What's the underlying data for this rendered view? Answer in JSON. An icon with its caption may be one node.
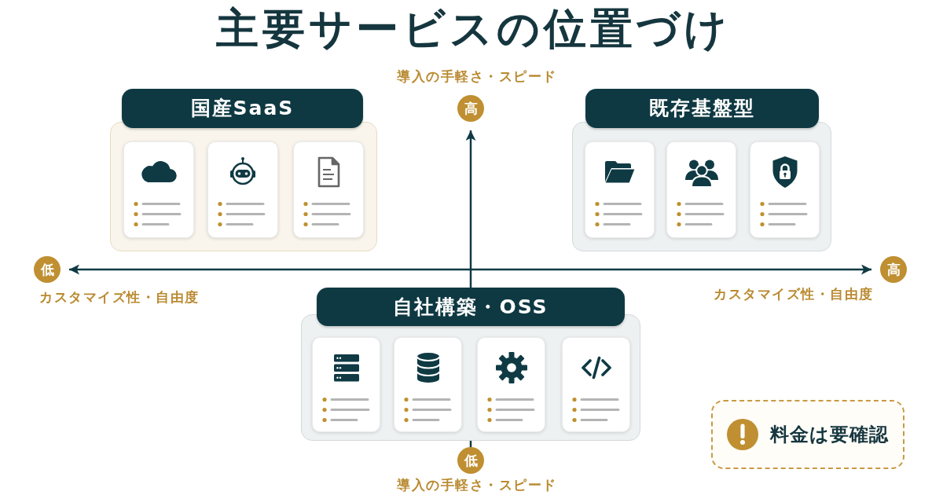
{
  "diagram": {
    "title": "主要サービスの位置づけ",
    "nodes": [
      {
        "text": [
          "高"
        ],
        "beside": [
          "導入の手軽さ・スピード"
        ]
      },
      {
        "text": [
          "国産SaaS"
        ]
      },
      {
        "text": [
          "既存基盤型"
        ]
      },
      {
        "text": [
          "低"
        ],
        "beside": [
          "カスタマイズ性・自由度"
        ]
      },
      {
        "text": [
          "高"
        ],
        "beside": [
          "カスタマイズ性・自由度"
        ]
      },
      {
        "text": [
          "自社構築・OSS"
        ]
      },
      {
        "text": [
          "低"
        ],
        "beside": [
          "導入の手軽さ・スピード"
        ]
      },
      {
        "text": [
          "料金は要確認"
        ]
      }
    ],
    "edges": [
      {
        "from": 3,
        "to": 4,
        "arrow": "both"
      },
      {
        "from": 5,
        "to": 0,
        "arrow": "to"
      },
      {
        "from": 5,
        "to": 6,
        "arrow": "none"
      }
    ]
  }
}
